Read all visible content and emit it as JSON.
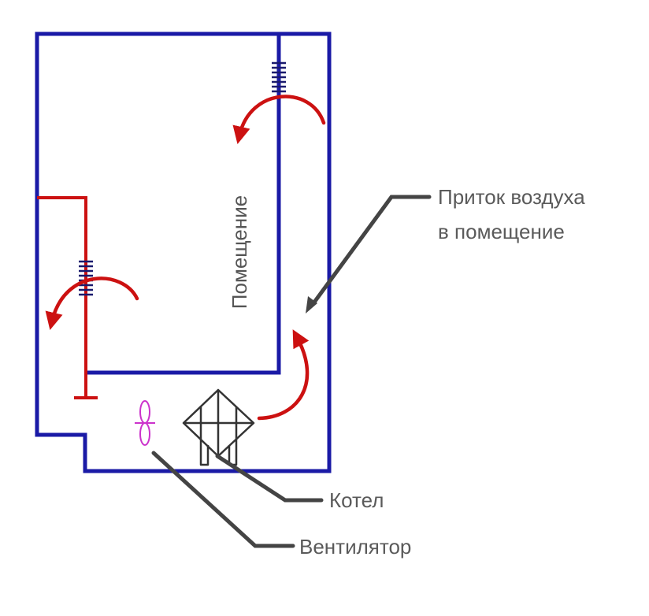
{
  "labels": {
    "room": "Помещение",
    "air_inflow_line1": "Приток воздуха",
    "air_inflow_line2": "в помещение",
    "boiler": "Котел",
    "fan": "Вентилятор"
  },
  "colors": {
    "wall": "#1a1aa6",
    "air_arrow": "#cc1111",
    "door": "#cc1111",
    "pointer": "#444444",
    "fan": "#cc33cc",
    "boiler": "#333333",
    "grille": "#1a1a6e"
  },
  "icons": [
    "fan-icon",
    "boiler-icon",
    "vent-grille-icon",
    "air-flow-arrow-icon"
  ]
}
